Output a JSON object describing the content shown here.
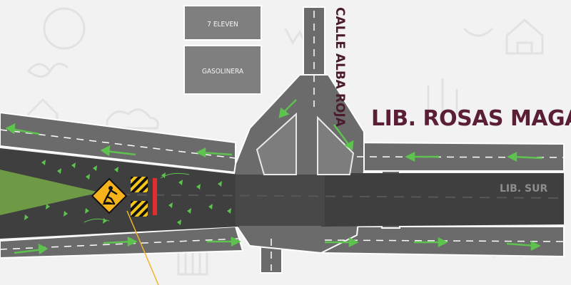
{
  "map": {
    "title": "LIB. ROSAS MAGALLÓN",
    "cross_street": "CALLE ALBA ROJA",
    "lane_label": "LIB. SUR",
    "buildings": [
      {
        "name": "7 ELEVEN"
      },
      {
        "name": "GASOLINERA"
      }
    ],
    "icons": {
      "work_sign": "road-work-sign-icon",
      "barrier": "striped-barrier-icon",
      "closure": "lane-closure-bar",
      "traffic": "arrow-icon"
    },
    "colors": {
      "background": "#f2f2f2",
      "road_light": "#6b6b6b",
      "road_dark": "#3f3f3f",
      "arrow": "#5ec24f",
      "grass": "#6e9a45",
      "building": "#7f7f7f",
      "sign": "#f6b21b",
      "closure": "#e32d2d",
      "title": "#5a1e36",
      "pointer": "#f1b52a"
    }
  }
}
